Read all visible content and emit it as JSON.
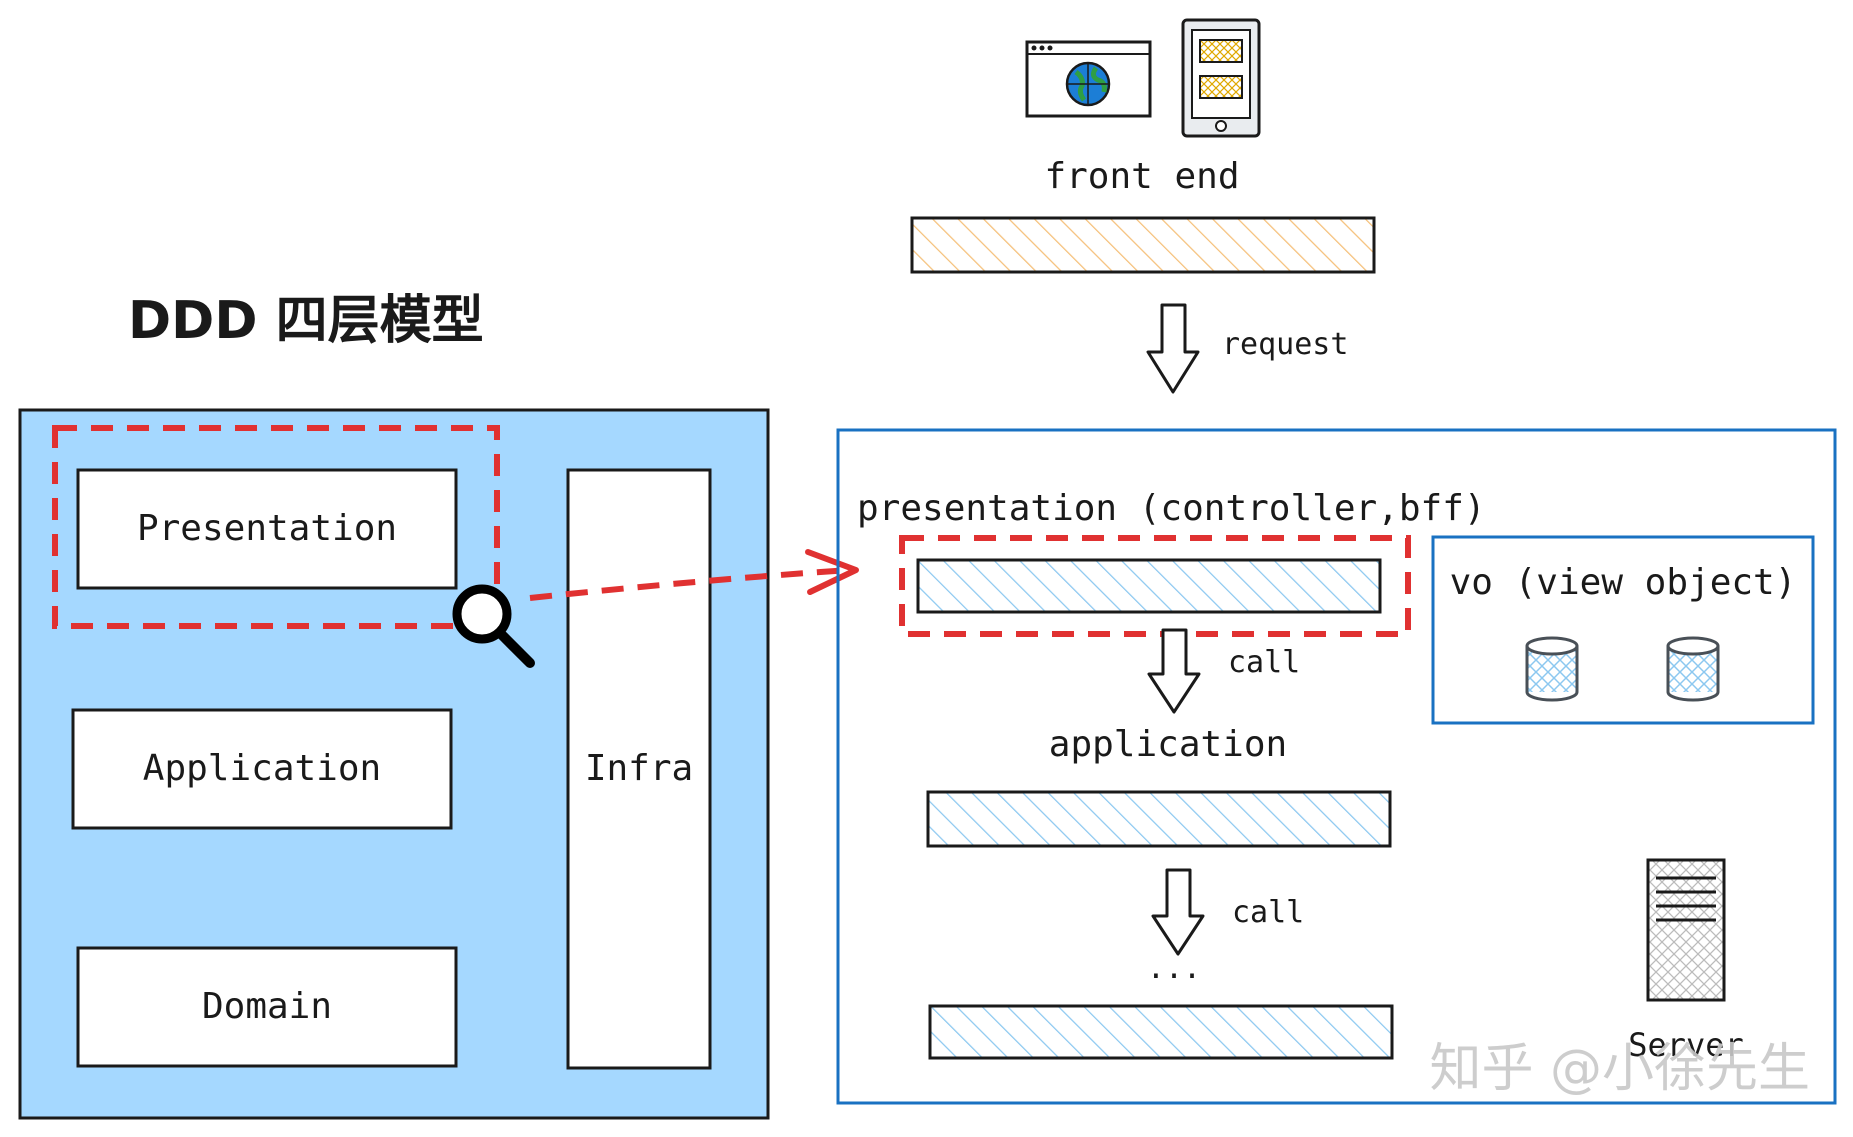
{
  "title": "DDD 四层模型",
  "left_model": {
    "layers": {
      "presentation": "Presentation",
      "application": "Application",
      "domain": "Domain",
      "infra": "Infra"
    }
  },
  "right_model": {
    "front_end_label": "front end",
    "request_label": "request",
    "presentation_label": "presentation (controller,bff)",
    "vo_label": "vo (view object)",
    "call_label_1": "call",
    "application_label": "application",
    "call_label_2": "call",
    "ellipsis": "...",
    "server_label": "Server"
  },
  "watermark": "知乎 @小徐先生",
  "colors": {
    "left_bg": "#a5d8ff",
    "right_border": "#1971c2",
    "highlight_dash": "#e03131",
    "hatch_orange": "#f5c07a",
    "hatch_blue": "#8cc8f0"
  },
  "icons": [
    "browser-globe-icon",
    "mobile-phone-icon",
    "magnifier-icon",
    "database-icon",
    "server-rack-icon"
  ]
}
